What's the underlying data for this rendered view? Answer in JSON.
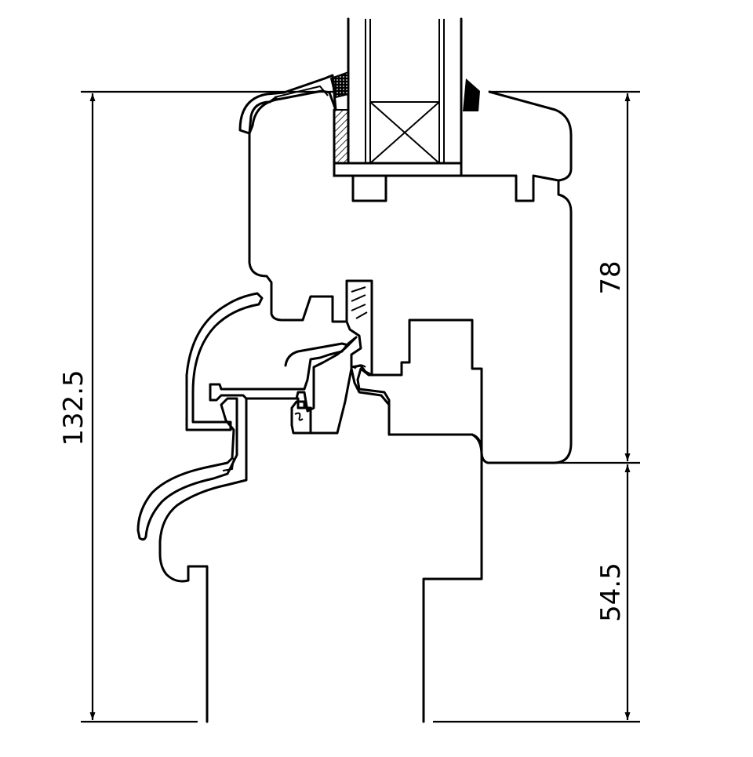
{
  "drawing": {
    "dimensions": {
      "total_height": "132.5",
      "sash_height": "78",
      "frame_height": "54.5"
    },
    "colors": {
      "line": "#000000",
      "background": "#ffffff"
    }
  }
}
